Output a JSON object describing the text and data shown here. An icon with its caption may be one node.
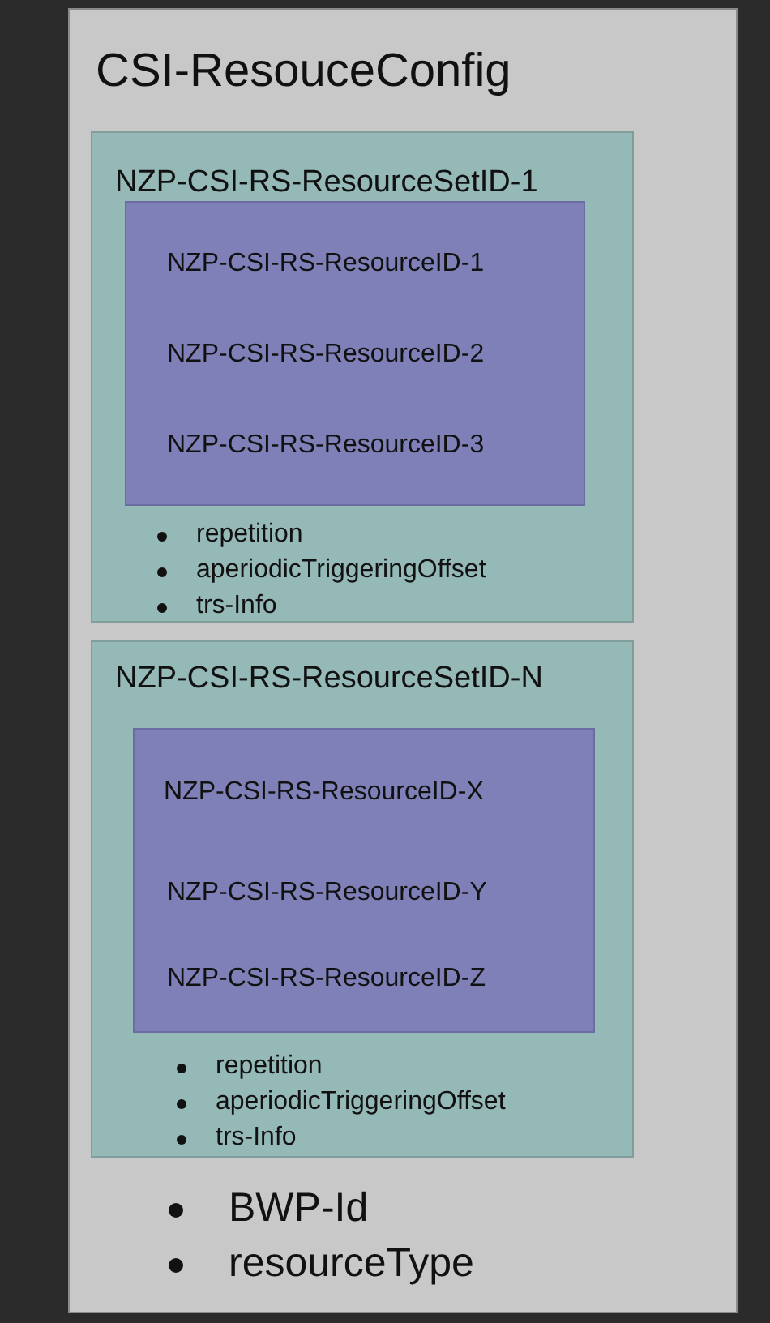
{
  "diagram": {
    "nodes": [
      {
        "text": [
          "CSI-ResouceConfig",
          "BWP-Id",
          "resourceType"
        ]
      },
      {
        "text": [
          "NZP-CSI-RS-ResourceSetID-1",
          "repetition",
          "aperiodicTriggeringOffset",
          "trs-Info"
        ],
        "in": 0
      },
      {
        "text": [
          "NZP-CSI-RS-ResourceID-1",
          "NZP-CSI-RS-ResourceID-2",
          "NZP-CSI-RS-ResourceID-3"
        ],
        "in": 1
      },
      {
        "text": [
          "NZP-CSI-RS-ResourceSetID-N",
          "repetition",
          "aperiodicTriggeringOffset",
          "trs-Info"
        ],
        "in": 0
      },
      {
        "text": [
          "NZP-CSI-RS-ResourceID-X",
          "NZP-CSI-RS-ResourceID-Y",
          "NZP-CSI-RS-ResourceID-Z"
        ],
        "in": 3
      }
    ]
  }
}
